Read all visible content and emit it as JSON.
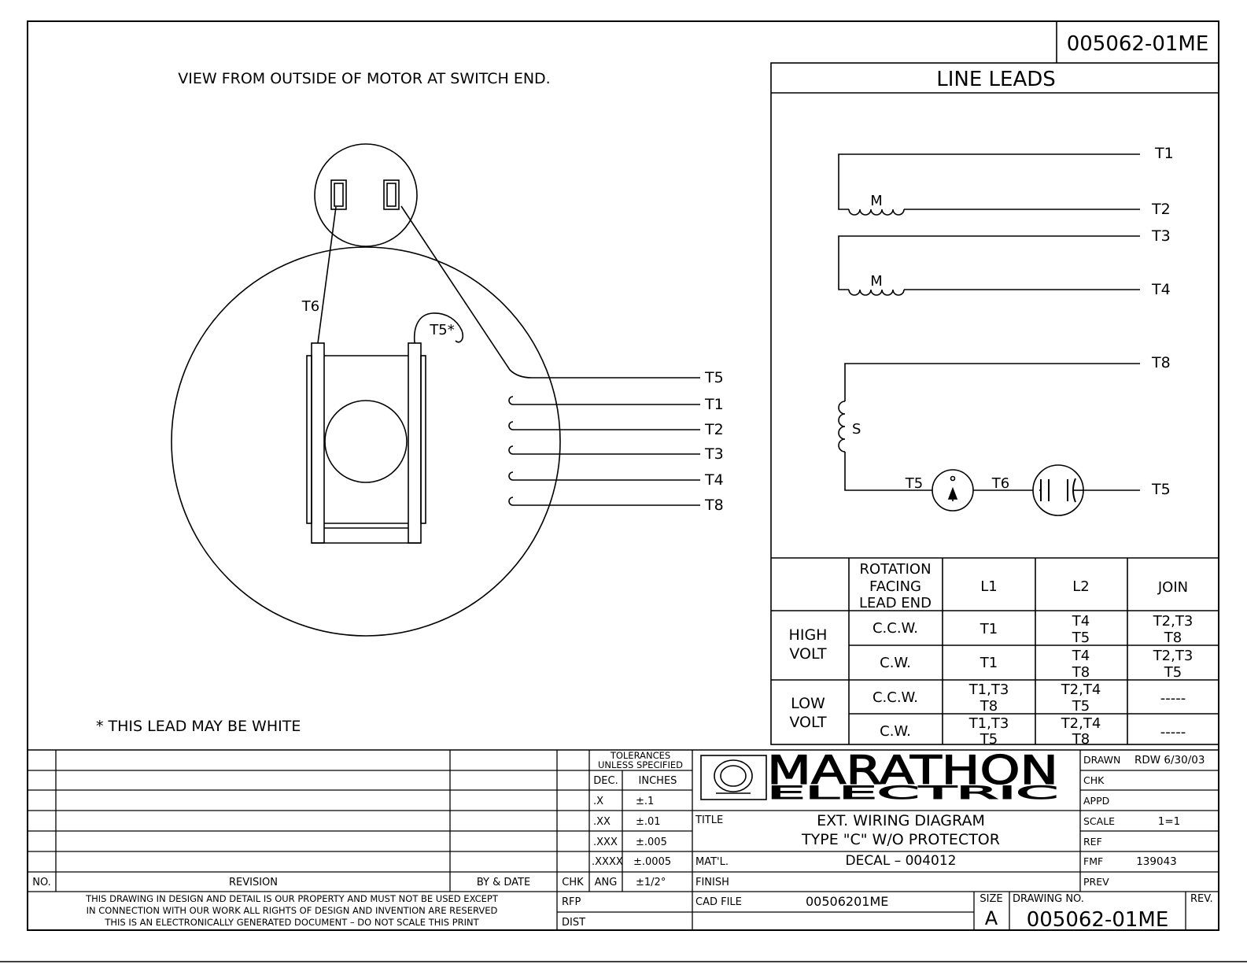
{
  "drawing_number_top": "005062-01ME",
  "view_note": "VIEW FROM OUTSIDE OF MOTOR AT SWITCH END.",
  "footnote": "* THIS LEAD MAY BE WHITE",
  "motor": {
    "lead_t6": "T6",
    "lead_t5_star": "T5*",
    "lead_labels": [
      "T5",
      "T1",
      "T2",
      "T3",
      "T4",
      "T8"
    ]
  },
  "line_leads": {
    "title": "LINE LEADS",
    "leads": [
      "T1",
      "T2",
      "T3",
      "T4",
      "T8",
      "T5"
    ],
    "winding_main": "M",
    "winding_start": "S",
    "inline_t5": "T5",
    "inline_t6": "T6"
  },
  "connection_table": {
    "header_rotation": [
      "ROTATION",
      "FACING",
      "LEAD END"
    ],
    "header_l1": "L1",
    "header_l2": "L2",
    "header_join": "JOIN",
    "groups": [
      {
        "label": [
          "HIGH",
          "VOLT"
        ],
        "rows": [
          {
            "rotation": "C.C.W.",
            "l1": [
              "T1"
            ],
            "l2": [
              "T4",
              "T5"
            ],
            "join": [
              "T2,T3",
              "T8"
            ]
          },
          {
            "rotation": "C.W.",
            "l1": [
              "T1"
            ],
            "l2": [
              "T4",
              "T8"
            ],
            "join": [
              "T2,T3",
              "T5"
            ]
          }
        ]
      },
      {
        "label": [
          "LOW",
          "VOLT"
        ],
        "rows": [
          {
            "rotation": "C.C.W.",
            "l1": [
              "T1,T3",
              "T8"
            ],
            "l2": [
              "T2,T4",
              "T5"
            ],
            "join": [
              "-----"
            ]
          },
          {
            "rotation": "C.W.",
            "l1": [
              "T1,T3",
              "T5"
            ],
            "l2": [
              "T2,T4",
              "T8"
            ],
            "join": [
              "-----"
            ]
          }
        ]
      }
    ]
  },
  "revision_block": {
    "no": "NO.",
    "revision": "REVISION",
    "by_date": "BY & DATE",
    "chk": "CHK",
    "notice": [
      "THIS DRAWING IN DESIGN AND DETAIL IS OUR PROPERTY AND MUST NOT BE USED EXCEPT",
      "IN CONNECTION WITH OUR WORK ALL RIGHTS OF DESIGN AND INVENTION ARE RESERVED",
      "THIS IS AN ELECTRONICALLY GENERATED DOCUMENT – DO NOT SCALE THIS PRINT"
    ],
    "rfp": "RFP",
    "dist": "DIST"
  },
  "tolerances": {
    "header": [
      "TOLERANCES",
      "UNLESS SPECIFIED"
    ],
    "dec": "DEC.",
    "inches": "INCHES",
    "rows": [
      {
        "k": ".X",
        "v": "±.1"
      },
      {
        "k": ".XX",
        "v": "±.01"
      },
      {
        "k": ".XXX",
        "v": "±.005"
      },
      {
        "k": ".XXXX",
        "v": "±.0005"
      },
      {
        "k": "ANG",
        "v": "±1/2°"
      }
    ]
  },
  "logo": {
    "brand": "MARATHON",
    "sub": "ELECTRIC"
  },
  "title_block": {
    "title_label": "TITLE",
    "title_lines": [
      "EXT. WIRING DIAGRAM",
      "TYPE \"C\" W/O PROTECTOR"
    ],
    "matl_label": "MAT'L.",
    "matl_value": "DECAL – 004012",
    "finish_label": "FINISH",
    "cadfile_label": "CAD FILE",
    "cadfile_value": "00506201ME",
    "size_label": "SIZE",
    "size_value": "A",
    "drawing_no_label": "DRAWING NO.",
    "drawing_no_value": "005062-01ME",
    "rev_label": "REV.",
    "drawn_label": "DRAWN",
    "drawn_value": "RDW 6/30/03",
    "chk_label": "CHK",
    "appd_label": "APPD",
    "scale_label": "SCALE",
    "scale_value": "1=1",
    "ref_label": "REF",
    "fmf_label": "FMF",
    "fmf_value": "139043",
    "prev_label": "PREV"
  }
}
